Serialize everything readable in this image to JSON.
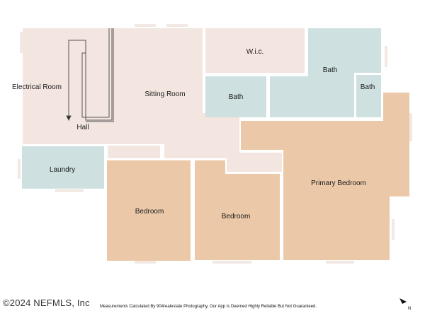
{
  "rooms": {
    "electrical_room": "Electrical Room",
    "sitting_room": "Sitting Room",
    "wic": "W.i.c.",
    "bath_top": "Bath",
    "bath_mid": "Bath",
    "bath_right": "Bath",
    "hall": "Hall",
    "laundry": "Laundry",
    "primary_bedroom": "Primary Bedroom",
    "bedroom_left": "Bedroom",
    "bedroom_mid": "Bedroom"
  },
  "footer": {
    "copyright": "©2024 NEFMLS, Inc",
    "disclaimer": "Measurements Calculated By 904realestate Photography, Our App Is Deemed Highly Reliable But Not Guaranteed."
  },
  "compass": {
    "label": "N",
    "icon": "north-arrow-icon"
  },
  "colors": {
    "common_area": "#f3e5e0",
    "bath": "#cfe0e0",
    "bedroom": "#ebc9a8",
    "wall": "#ffffff",
    "stair_line": "#555555"
  }
}
